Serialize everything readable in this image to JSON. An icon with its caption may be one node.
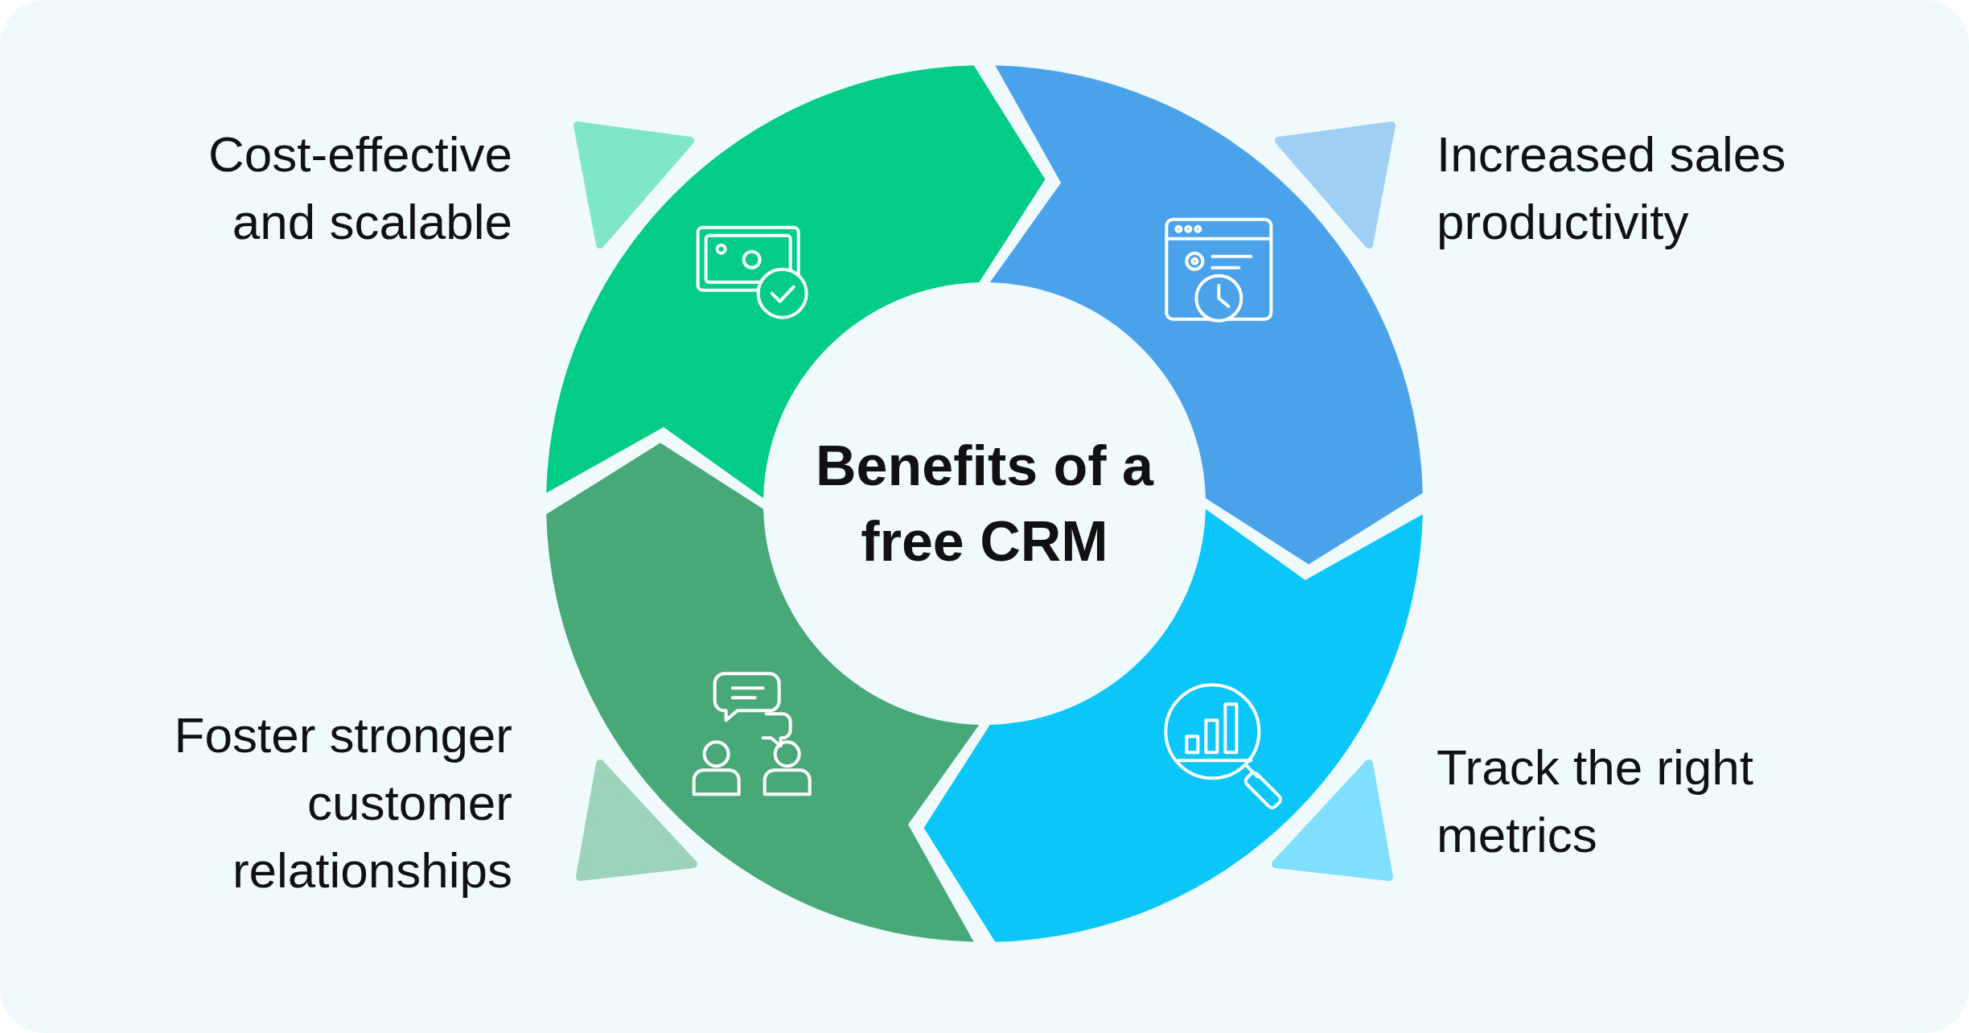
{
  "diagram": {
    "nodes": [
      {
        "text": [
          "Benefits of a free CRM"
        ]
      },
      {
        "text": [],
        "shape": "arrow",
        "beside": [
          "Cost-effective and scalable"
        ]
      },
      {
        "text": [],
        "shape": "arrow",
        "beside": [
          "Increased sales productivity"
        ]
      },
      {
        "text": [],
        "shape": "arrow",
        "beside": [
          "Foster stronger customer relationships"
        ]
      },
      {
        "text": [],
        "shape": "arrow",
        "beside": [
          "Track the right metrics"
        ]
      },
      {
        "text": [],
        "shape": "triangle"
      },
      {
        "text": [],
        "shape": "triangle"
      },
      {
        "text": [],
        "shape": "triangle"
      },
      {
        "text": [],
        "shape": "triangle"
      }
    ]
  }
}
